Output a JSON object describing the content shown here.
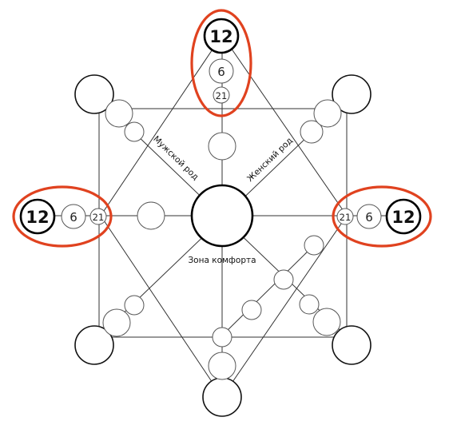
{
  "labels": {
    "masculine": "Мужской род",
    "feminine": "Женский род",
    "comfort_zone": "Зона комфорта"
  },
  "numbers": {
    "twelve": "12",
    "six": "6",
    "twentyone": "21"
  },
  "colors": {
    "highlight_ring": "#e0421f",
    "line": "#333333"
  }
}
